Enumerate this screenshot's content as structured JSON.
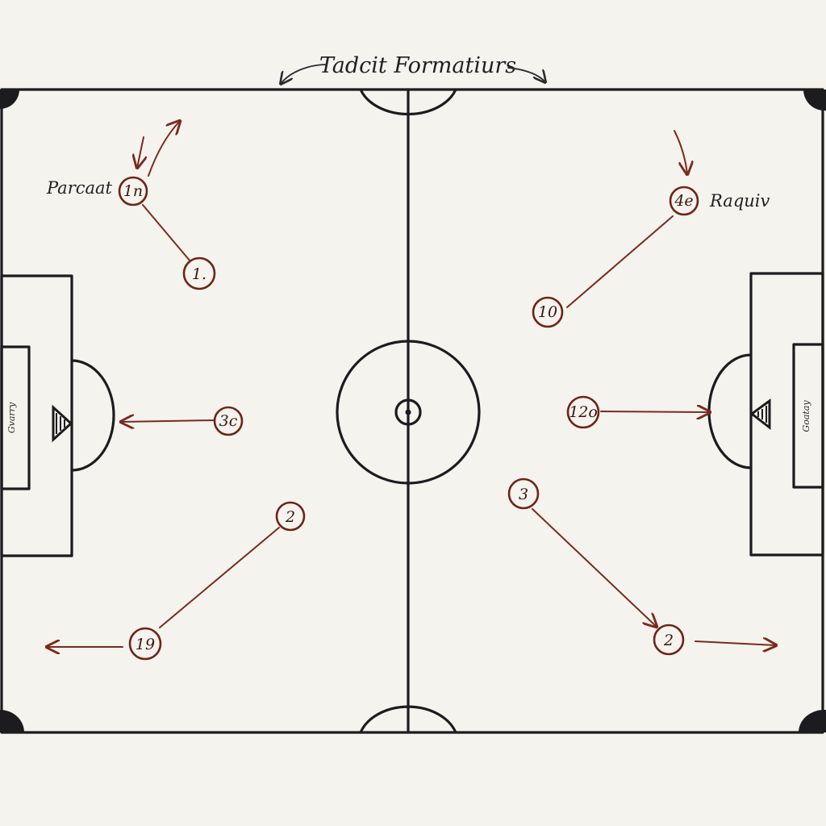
{
  "title": "Tadcit Formatiurs",
  "notes": {
    "left": "Parcaat",
    "right": "Raquiv"
  },
  "goals": {
    "left_label": "Gvarry",
    "right_label": "Goatay"
  },
  "players": [
    {
      "id": "p-tl",
      "label": "1n"
    },
    {
      "id": "p-l1",
      "label": "1."
    },
    {
      "id": "p-l3",
      "label": "3c"
    },
    {
      "id": "p-l2",
      "label": "2"
    },
    {
      "id": "p-l19",
      "label": "19"
    },
    {
      "id": "p-tr",
      "label": "4e"
    },
    {
      "id": "p-r10",
      "label": "10"
    },
    {
      "id": "p-r12",
      "label": "12o"
    },
    {
      "id": "p-r3",
      "label": "3"
    },
    {
      "id": "p-r2",
      "label": "2"
    }
  ],
  "colors": {
    "paper": "#f5f3ee",
    "pitch_lines": "#1c1c1f",
    "player_ink": "#7a2a1f"
  }
}
